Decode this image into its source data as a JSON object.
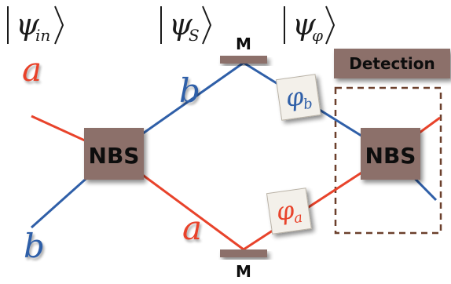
{
  "kets": {
    "input": {
      "symbol": "ψ",
      "subscript": "in"
    },
    "split": {
      "symbol": "ψ",
      "subscript": "S"
    },
    "phase": {
      "symbol": "ψ",
      "subscript": "φ"
    }
  },
  "beamsplitters": {
    "first": "NBS",
    "second": "NBS"
  },
  "mirrors": {
    "top": "M",
    "bottom": "M"
  },
  "detection": {
    "label": "Detection"
  },
  "ports": {
    "input_a": "a",
    "input_b": "b",
    "arm_b": "b",
    "arm_a": "a"
  },
  "phase_shifters": {
    "b": {
      "symbol": "φ",
      "subscript": "b"
    },
    "a": {
      "symbol": "φ",
      "subscript": "a"
    }
  },
  "colors": {
    "mode_a": "#e8432b",
    "mode_b": "#2f5fa8",
    "box_fill": "#8c6f6a",
    "detection_border": "#6b3f2b",
    "phase_card_fill": "#f3f0ea"
  }
}
